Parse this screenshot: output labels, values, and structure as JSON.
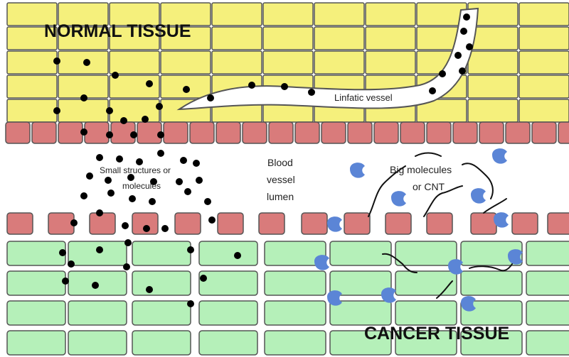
{
  "labels": {
    "normal_tissue": "NORMAL TISSUE",
    "cancer_tissue": "CANCER TISSUE",
    "lymphatic_vessel": "Linfatic vessel",
    "small_structures_line1": "Small structures or",
    "small_structures_line2": "molecules",
    "blood_vessel_line1": "Blood",
    "blood_vessel_line2": "vessel",
    "blood_vessel_line3": "lumen",
    "big_molecules_line1": "Big molecules",
    "big_molecules_line2": "or CNT"
  },
  "colors": {
    "normal_cell_fill": "#f5f07c",
    "cancer_cell_fill": "#b5f0b9",
    "endothelial_fill": "#d97b7b",
    "cell_stroke": "#555555",
    "molecule_dot": "#000000",
    "big_molecule": "#5b85d6",
    "lymphatic_fill": "#ffffff"
  }
}
